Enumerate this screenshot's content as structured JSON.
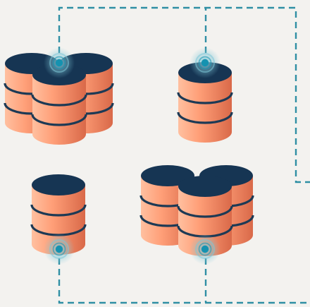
{
  "diagram": {
    "colors": {
      "background": "#f3f2ef",
      "connector": "#2f8fa4",
      "disk_top": "#163553",
      "disk_side_light": "#ffc0a0",
      "disk_side_mid": "#ff9f78",
      "disk_side_dark": "#d96949",
      "disk_separator": "#1d3a55",
      "node_dot": "#1592b0",
      "node_halo": "#7ec7d7"
    },
    "clusters": [
      {
        "name": "database-cluster-top-left",
        "kind": "cluster",
        "disk_count": 3
      },
      {
        "name": "database-top-right",
        "kind": "single",
        "disk_count": 3
      },
      {
        "name": "database-bottom-left",
        "kind": "single",
        "disk_count": 3
      },
      {
        "name": "database-cluster-bottom-right",
        "kind": "cluster",
        "disk_count": 3
      }
    ],
    "connectors": [
      {
        "name": "connector-top-left-to-top-right"
      },
      {
        "name": "connector-top-right-to-right-edge"
      },
      {
        "name": "connector-bottom-left-to-bottom-right"
      },
      {
        "name": "connector-bottom-right-to-right-edge"
      }
    ],
    "nodes": [
      {
        "name": "connection-node-top-left"
      },
      {
        "name": "connection-node-top-right"
      },
      {
        "name": "connection-node-bottom-left"
      },
      {
        "name": "connection-node-bottom-right"
      }
    ]
  }
}
